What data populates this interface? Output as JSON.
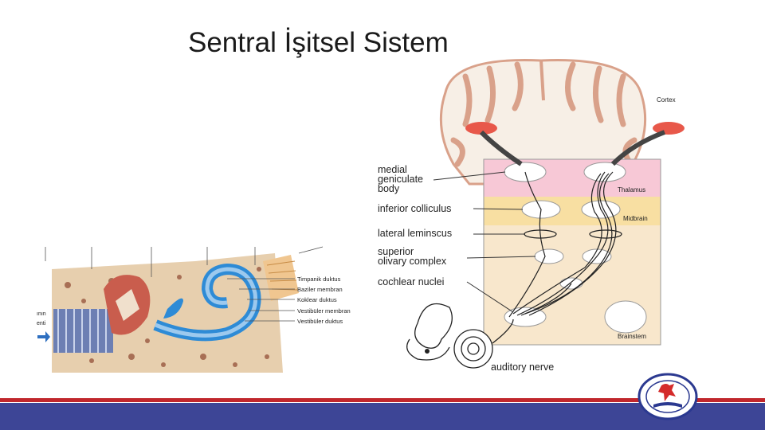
{
  "slide": {
    "title": "Sentral İşitsel Sistem"
  },
  "ear_figure": {
    "labels": [
      "Timpanik duktus",
      "Baziler membran",
      "Koklear duktus",
      "Vestibüler membran",
      "Vestibüler duktus"
    ],
    "edge_text": [
      "ının",
      "enti"
    ]
  },
  "pathway_figure": {
    "region_labels": {
      "cortex": "Cortex",
      "thalamus": "Thalamus",
      "midbrain": "Midbrain",
      "brainstem": "Brainstem"
    },
    "structure_labels": {
      "mgb_1": "medial",
      "mgb_2": "geniculate",
      "mgb_3": "body",
      "ic": "inferior colliculus",
      "ll": "lateral leminscus",
      "soc_1": "superior",
      "soc_2": "olivary complex",
      "cn": "cochlear nuclei",
      "nerve": "auditory nerve"
    },
    "colors": {
      "thalamus": "#f7c8d6",
      "midbrain": "#f8dfa2",
      "brainstem": "#f8e7cc",
      "cortex_fold": "#d9a18a",
      "nucleus": "#e8584a"
    }
  },
  "footer": {
    "accent_color": "#c0272d",
    "band_color": "#3d4596"
  }
}
